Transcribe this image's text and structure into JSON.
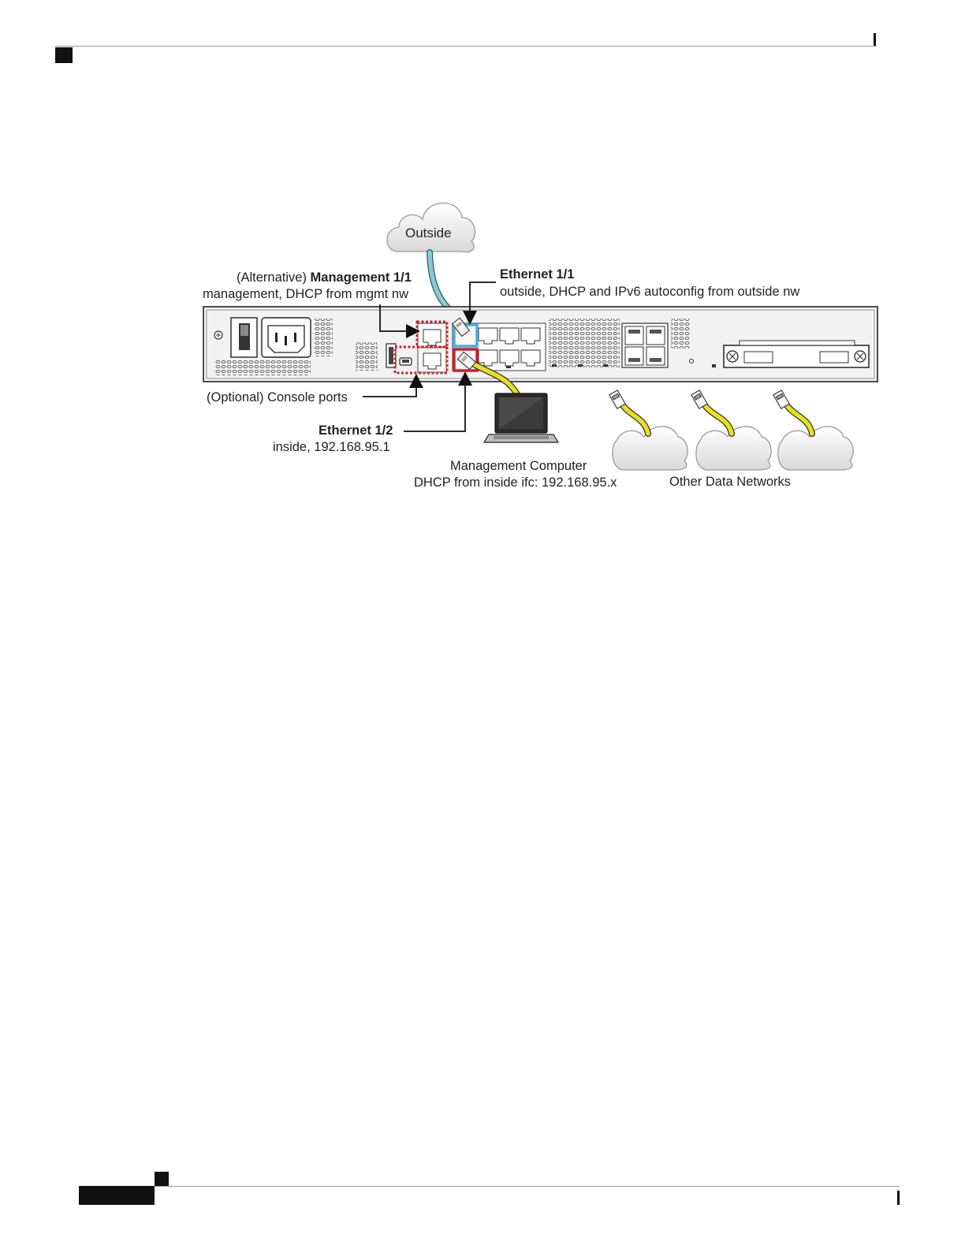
{
  "clouds": {
    "outside": "Outside"
  },
  "labels": {
    "mgmt": {
      "prefix": "(Alternative) ",
      "name": "Management 1/1",
      "desc": "management, DHCP from mgmt nw"
    },
    "eth11": {
      "name": "Ethernet 1/1",
      "desc": "outside, DHCP and IPv6 autoconfig from outside nw"
    },
    "console": "(Optional) Console ports",
    "eth12": {
      "name": "Ethernet 1/2",
      "desc": "inside, 192.168.95.1"
    },
    "computer": {
      "line1": "Management Computer",
      "line2": "DHCP from inside ifc: 192.168.95.x"
    },
    "other_networks": "Other Data Networks"
  },
  "colors": {
    "outside_cable": "#8cc8d2",
    "inside_cable": "#e8e020",
    "mgmt_highlight": "#d0202a",
    "eth11_highlight": "#4aaee0"
  }
}
